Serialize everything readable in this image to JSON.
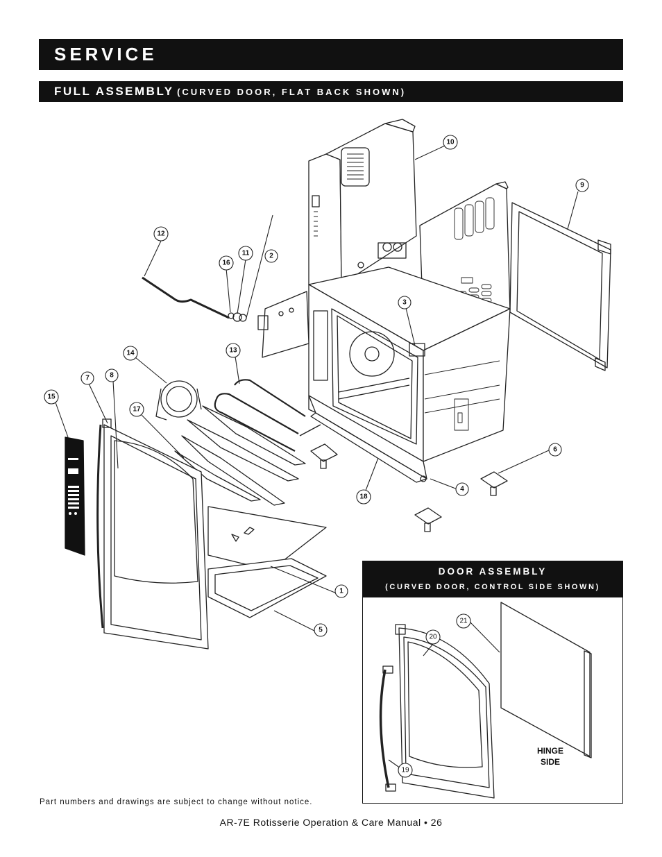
{
  "header": {
    "title": "SERVICE",
    "section_title": "FULL ASSEMBLY",
    "section_subtitle": "(CURVED DOOR, FLAT BACK SHOWN)"
  },
  "callouts": [
    {
      "id": "1",
      "label": "1"
    },
    {
      "id": "2",
      "label": "2"
    },
    {
      "id": "3",
      "label": "3"
    },
    {
      "id": "4",
      "label": "4"
    },
    {
      "id": "5",
      "label": "5"
    },
    {
      "id": "6",
      "label": "6"
    },
    {
      "id": "7",
      "label": "7"
    },
    {
      "id": "8",
      "label": "8"
    },
    {
      "id": "9",
      "label": "9"
    },
    {
      "id": "10",
      "label": "10"
    },
    {
      "id": "11",
      "label": "11"
    },
    {
      "id": "12",
      "label": "12"
    },
    {
      "id": "13",
      "label": "13"
    },
    {
      "id": "14",
      "label": "14"
    },
    {
      "id": "15",
      "label": "15"
    },
    {
      "id": "16",
      "label": "16"
    },
    {
      "id": "17",
      "label": "17"
    },
    {
      "id": "18",
      "label": "18"
    },
    {
      "id": "19",
      "label": "19"
    },
    {
      "id": "20",
      "label": "20"
    },
    {
      "id": "21",
      "label": "21"
    }
  ],
  "door_assembly": {
    "title": "DOOR ASSEMBLY",
    "subtitle": "(CURVED DOOR, CONTROL SIDE SHOWN)",
    "hinge_line1": "HINGE",
    "hinge_line2": "SIDE"
  },
  "note": "Part numbers and drawings are subject to change without notice.",
  "footer": "AR-7E Rotisserie Operation & Care Manual • 26"
}
